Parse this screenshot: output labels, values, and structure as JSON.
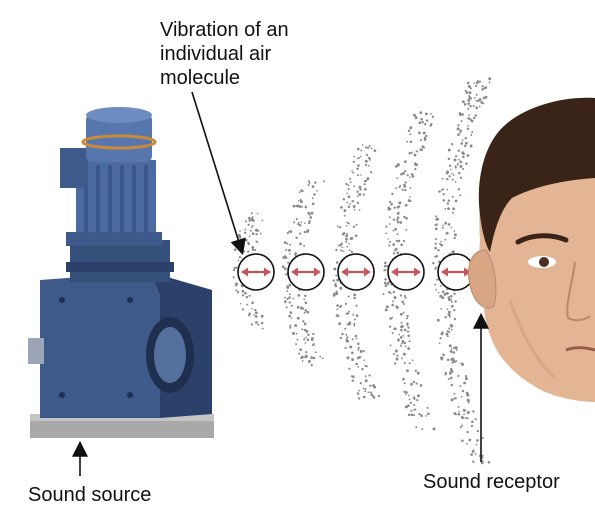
{
  "labels": {
    "molecule": "Vibration of an\nindividual air\nmolecule",
    "source": "Sound source",
    "receptor": "Sound receptor"
  },
  "molecules": {
    "count": 5
  },
  "colors": {
    "motor_blue": "#3e5a8a",
    "motor_dark": "#2c416a",
    "base_gray": "#a9a9a9",
    "arrow_red": "#c9555b",
    "dot_gray": "#8a8a8a",
    "skin": "#e3b594",
    "hair": "#3a2417",
    "copper_ring": "#c98a3a"
  },
  "icons": [
    "gear-motor",
    "human-head",
    "double-arrow"
  ]
}
